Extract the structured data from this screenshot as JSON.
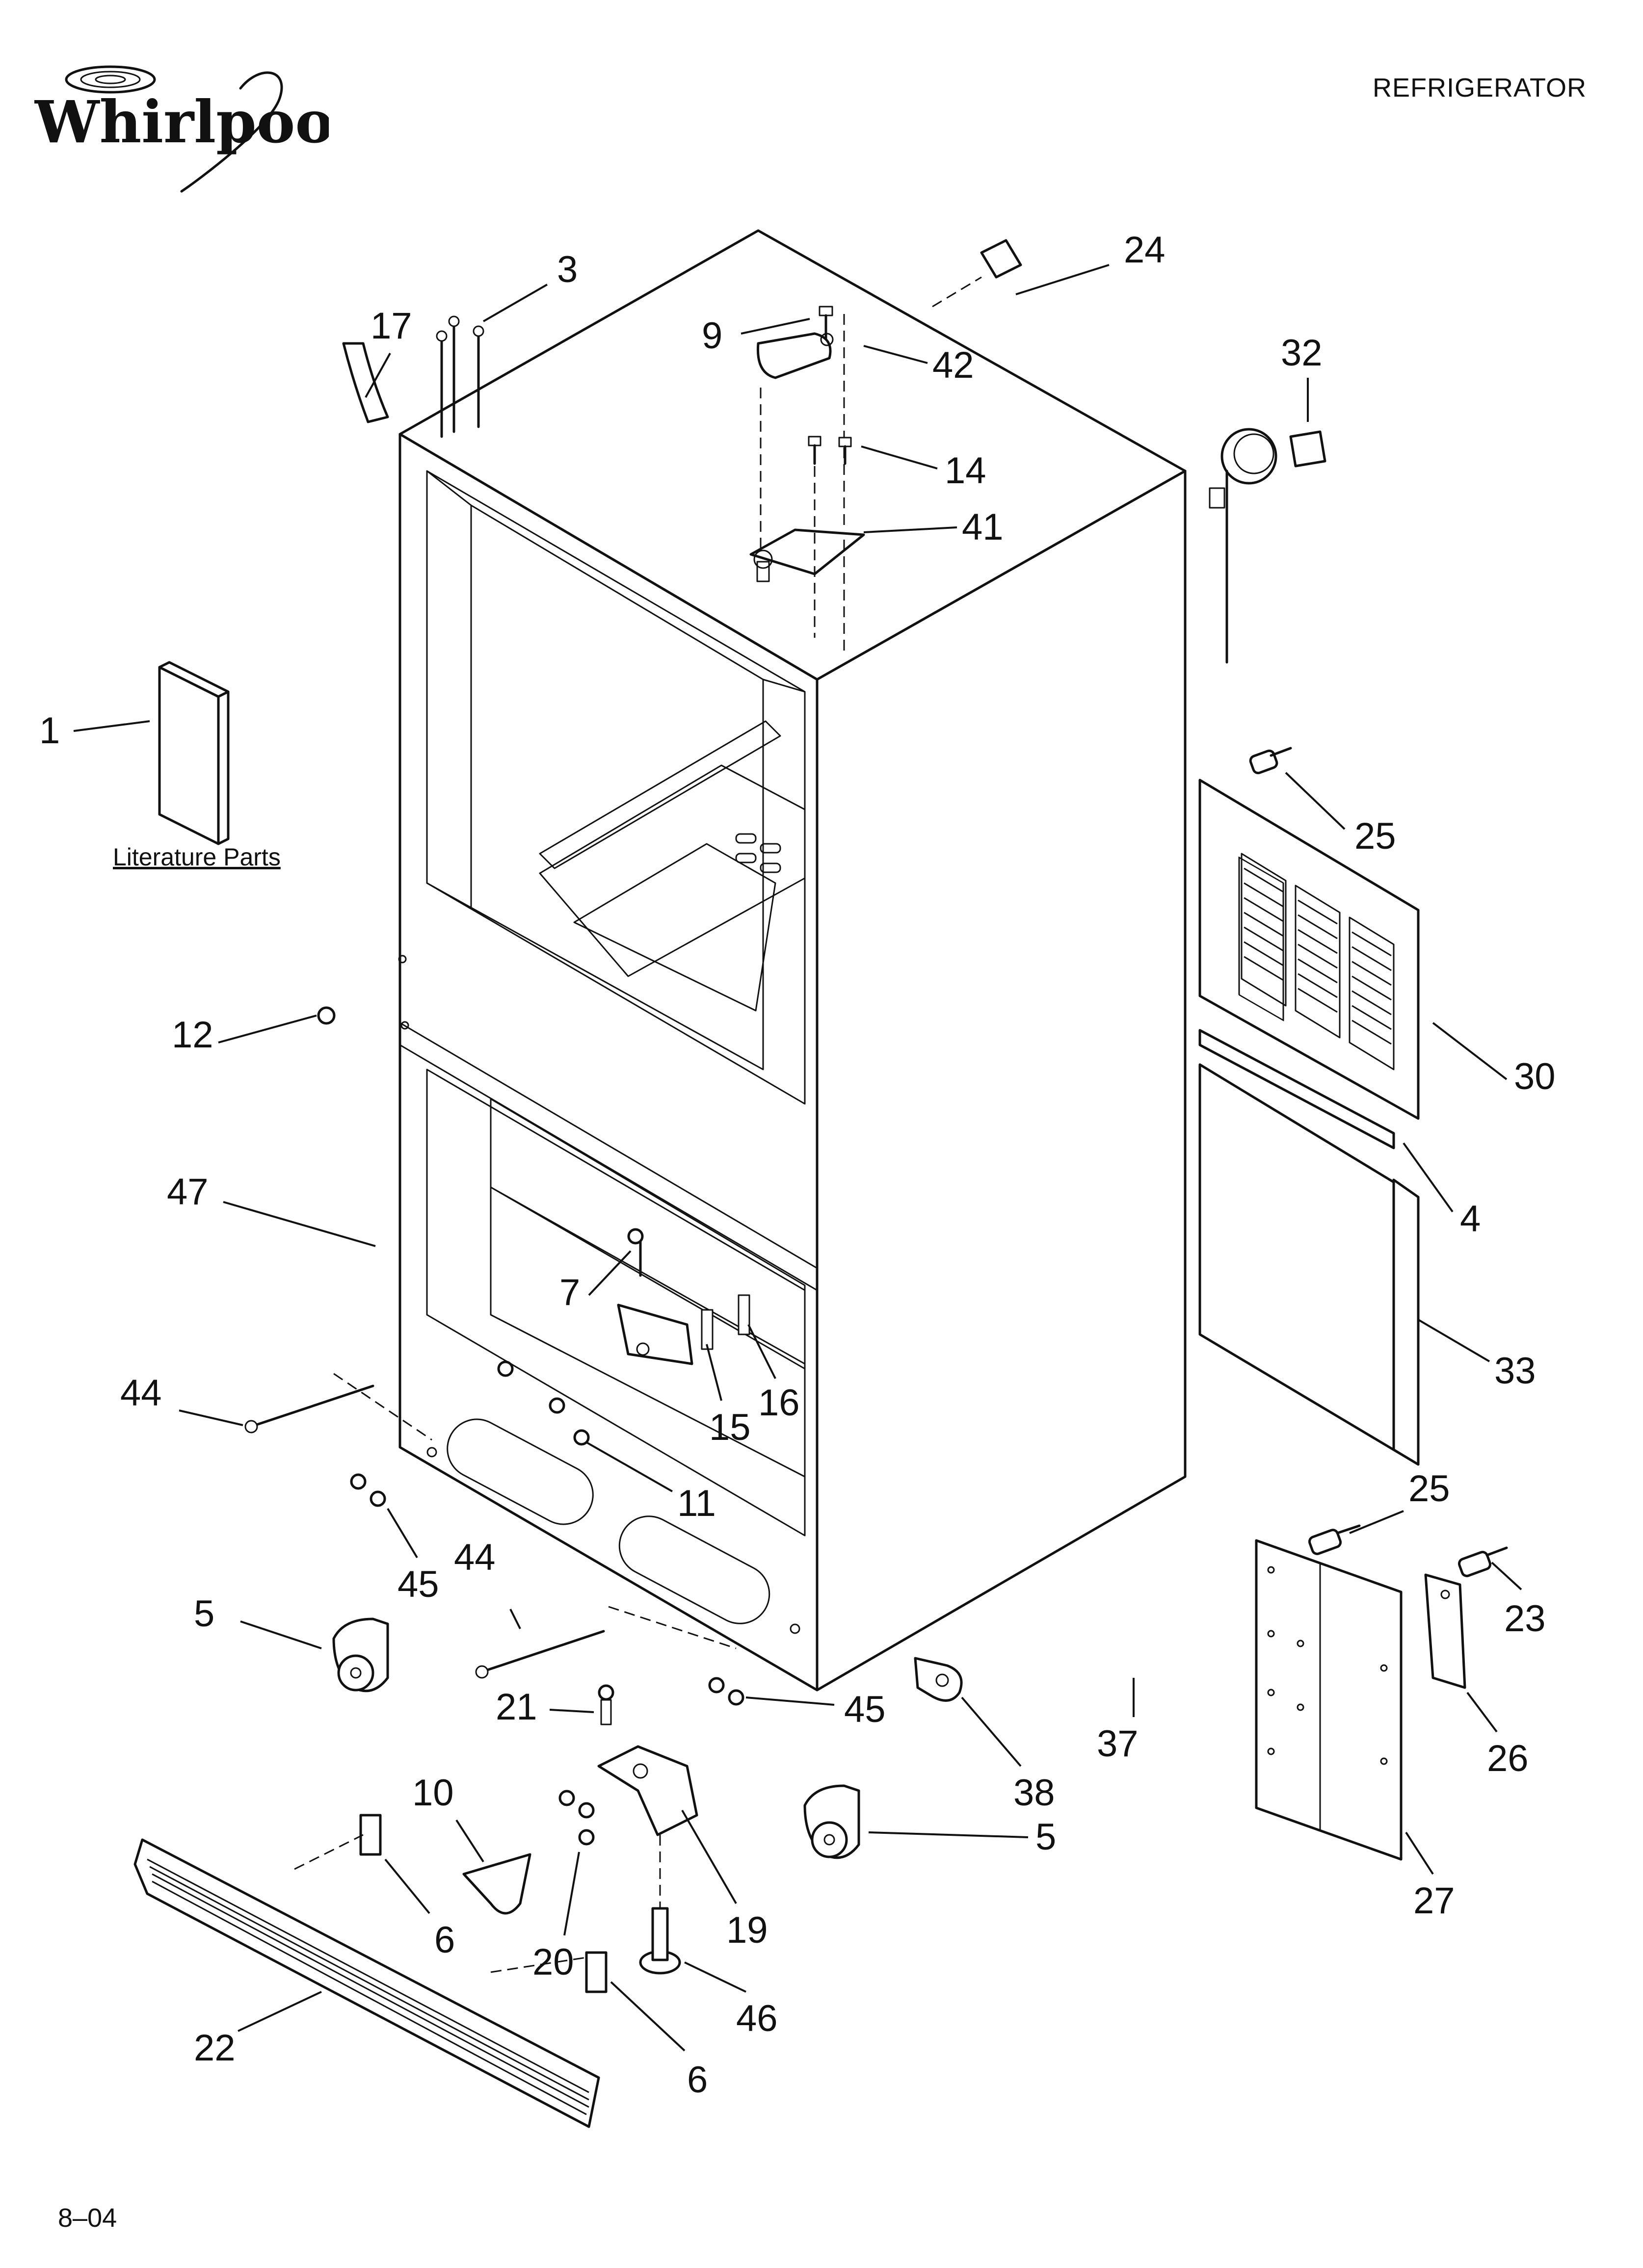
{
  "header": {
    "brand": "Whirlpool",
    "title": "REFRIGERATOR"
  },
  "literature_label": "Literature Parts",
  "footer": {
    "code": "8–04"
  },
  "callouts": [
    {
      "n": "1"
    },
    {
      "n": "3"
    },
    {
      "n": "17"
    },
    {
      "n": "24"
    },
    {
      "n": "9"
    },
    {
      "n": "42"
    },
    {
      "n": "32"
    },
    {
      "n": "14"
    },
    {
      "n": "41"
    },
    {
      "n": "25"
    },
    {
      "n": "30"
    },
    {
      "n": "12"
    },
    {
      "n": "4"
    },
    {
      "n": "47"
    },
    {
      "n": "7"
    },
    {
      "n": "33"
    },
    {
      "n": "44"
    },
    {
      "n": "16"
    },
    {
      "n": "15"
    },
    {
      "n": "11"
    },
    {
      "n": "45"
    },
    {
      "n": "25"
    },
    {
      "n": "44"
    },
    {
      "n": "23"
    },
    {
      "n": "5"
    },
    {
      "n": "21"
    },
    {
      "n": "45"
    },
    {
      "n": "38"
    },
    {
      "n": "37"
    },
    {
      "n": "26"
    },
    {
      "n": "10"
    },
    {
      "n": "5"
    },
    {
      "n": "19"
    },
    {
      "n": "6"
    },
    {
      "n": "20"
    },
    {
      "n": "27"
    },
    {
      "n": "46"
    },
    {
      "n": "22"
    },
    {
      "n": "6"
    }
  ]
}
